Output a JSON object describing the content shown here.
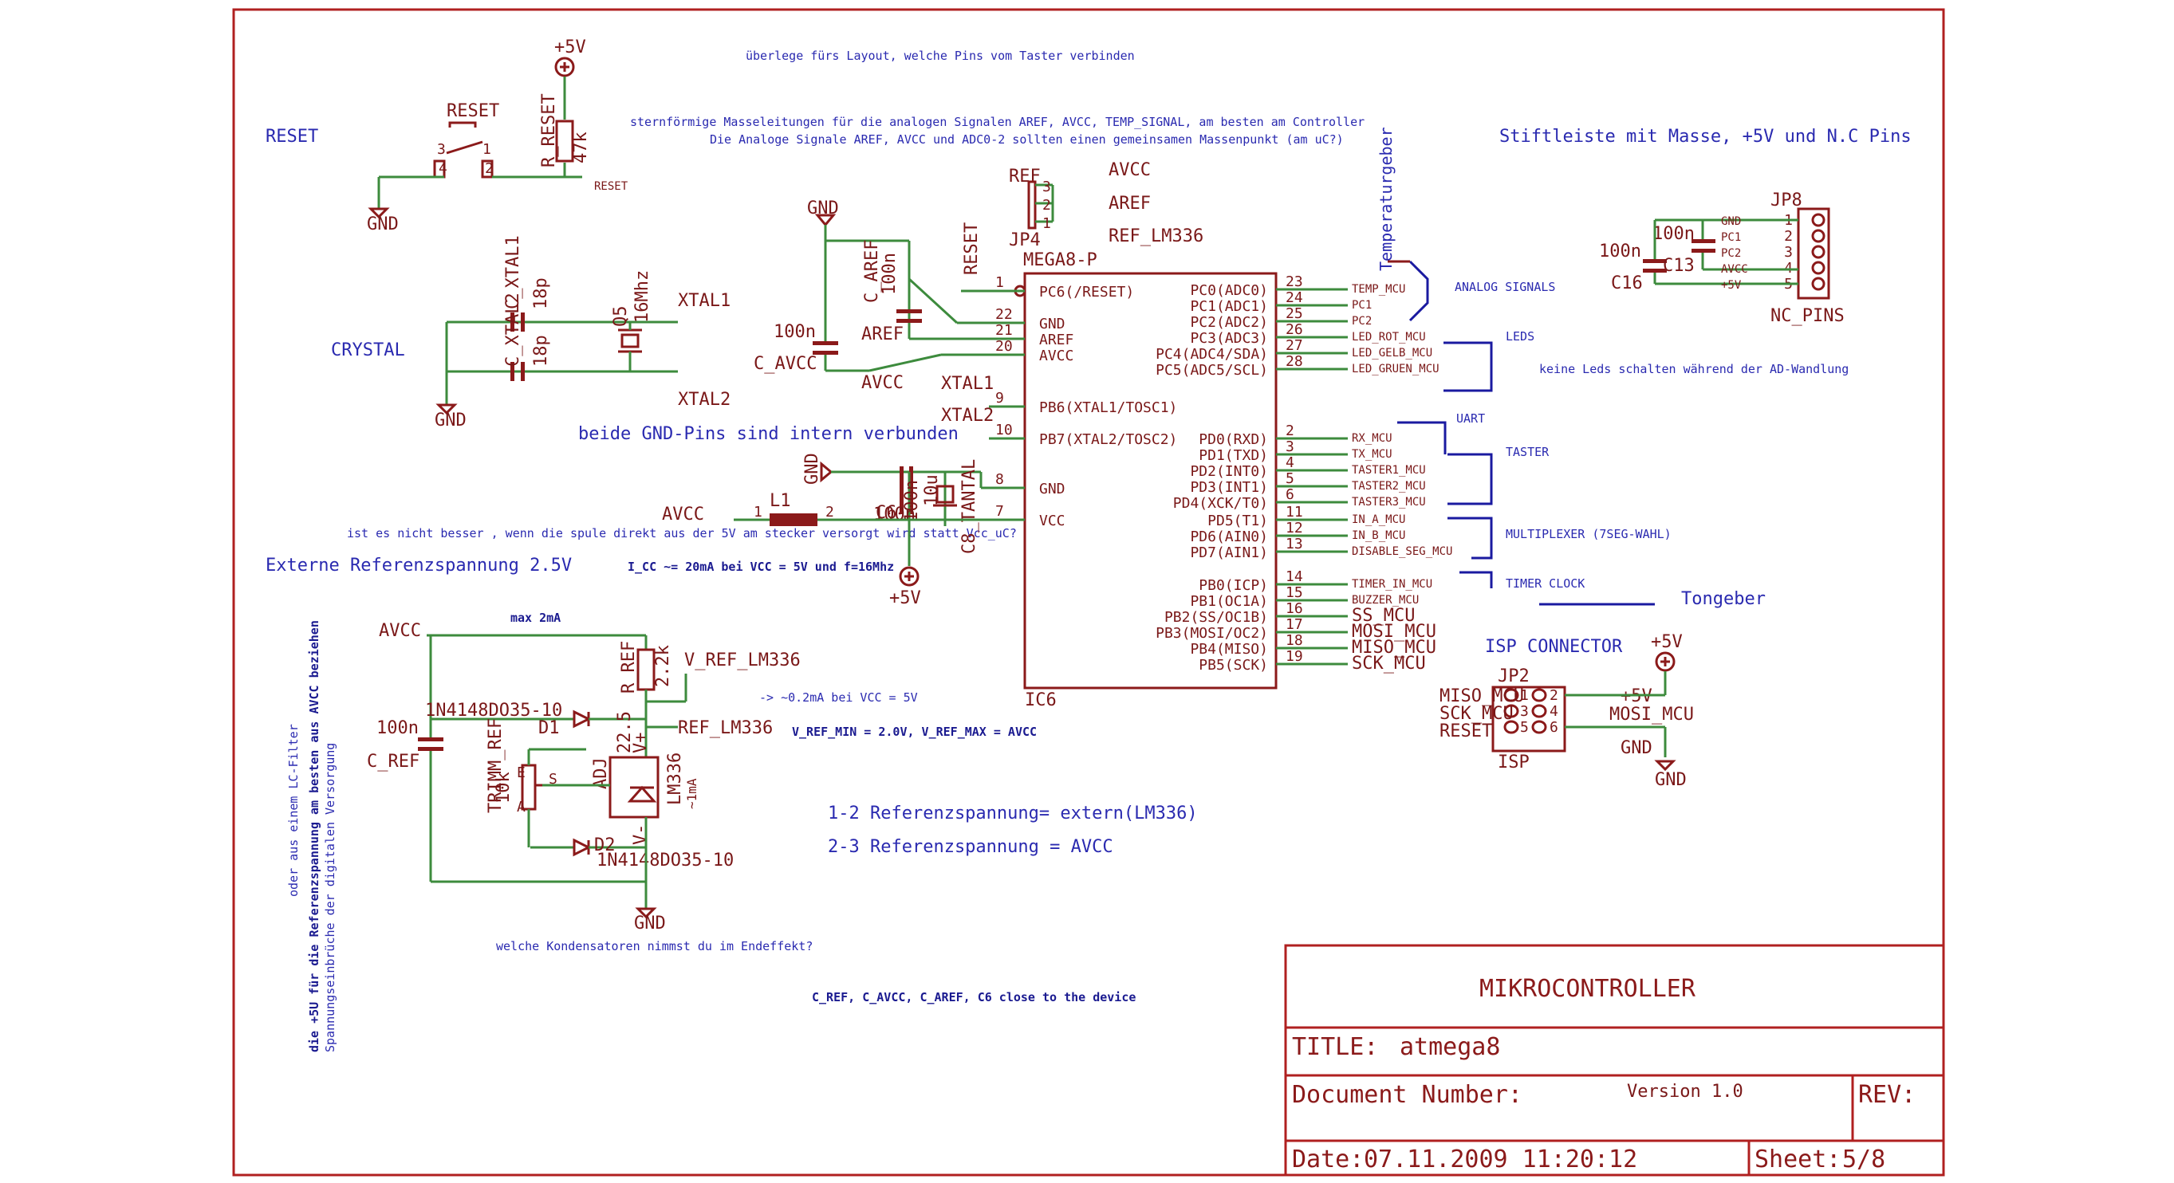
{
  "sections": {
    "reset": "RESET",
    "crystal": "CRYSTAL",
    "ext_ref": "Externe Referenzspannung 2.5V",
    "pin_header": "Stiftleiste mit Masse, +5V und N.C Pins",
    "isp": "ISP CONNECTOR",
    "tongeber": "Tongeber"
  },
  "notes": {
    "layout": "überlege fürs Layout, welche Pins vom Taster verbinden",
    "ground1": "sternförmige Masseleitungen für die analogen Signalen AREF, AVCC, TEMP_SIGNAL, am besten am Controller",
    "ground2": "Die Analoge Signale AREF, AVCC und ADC0-2 sollten einen gemeinsamen Massenpunkt (am uC?)",
    "gnd_internal": "beide GND-Pins sind intern verbunden",
    "coil": "ist es nicht besser , wenn die spule direkt aus der 5V am stecker versorgt wird statt Vcc_uC?",
    "icc": "I_CC ~= 20mA bei VCC = 5V und f=16Mhz",
    "max2ma": "max 2mA",
    "ref_current": "-> ~0.2mA bei VCC = 5V",
    "vref_range": "V_REF_MIN = 2.0V, V_REF_MAX = AVCC",
    "ref12": "1-2  Referenzspannung= extern(LM336)",
    "ref23": "2-3  Referenzspannung = AVCC",
    "caps_question": "welche Kondensatoren nimmst du im Endeffekt?",
    "caps_close": "C_REF, C_AVCC, C_AREF, C6 close to the device",
    "leds_note": "keine  Leds schalten während der AD-Wandlung",
    "vert1": "oder aus einem LC-Filter",
    "vert2": "die  +5U für die Referenzspannung am besten aus AVCC beziehen",
    "vert3": "Spannungseinbrüche der digitalen Versorgung",
    "analog_signals": "ANALOG SIGNALS",
    "leds": "LEDS",
    "uart": "UART",
    "taster": "TASTER",
    "multiplexer": "MULTIPLEXER (7SEG-WAHL)",
    "timer_clock": "TIMER CLOCK",
    "temp_label": "Temperaturgeber"
  },
  "chip": {
    "name": "MEGA8-P",
    "ref": "IC6",
    "left_pins": [
      {
        "num": "1",
        "name": "PC6(/RESET)"
      },
      {
        "num": "22",
        "name": "GND"
      },
      {
        "num": "21",
        "name": "AREF"
      },
      {
        "num": "20",
        "name": "AVCC"
      },
      {
        "num": "9",
        "name": "PB6(XTAL1/TOSC1)"
      },
      {
        "num": "10",
        "name": "PB7(XTAL2/TOSC2)"
      },
      {
        "num": "8",
        "name": "GND"
      },
      {
        "num": "7",
        "name": "VCC"
      }
    ],
    "right_pins": [
      {
        "num": "23",
        "name": "PC0(ADC0)",
        "net": "TEMP_MCU"
      },
      {
        "num": "24",
        "name": "PC1(ADC1)",
        "net": "PC1"
      },
      {
        "num": "25",
        "name": "PC2(ADC2)",
        "net": "PC2"
      },
      {
        "num": "26",
        "name": "PC3(ADC3)",
        "net": "LED_ROT_MCU"
      },
      {
        "num": "27",
        "name": "PC4(ADC4/SDA)",
        "net": "LED_GELB_MCU"
      },
      {
        "num": "28",
        "name": "PC5(ADC5/SCL)",
        "net": "LED_GRUEN_MCU"
      },
      {
        "num": "2",
        "name": "PD0(RXD)",
        "net": "RX_MCU"
      },
      {
        "num": "3",
        "name": "PD1(TXD)",
        "net": "TX_MCU"
      },
      {
        "num": "4",
        "name": "PD2(INT0)",
        "net": "TASTER1_MCU"
      },
      {
        "num": "5",
        "name": "PD3(INT1)",
        "net": "TASTER2_MCU"
      },
      {
        "num": "6",
        "name": "PD4(XCK/T0)",
        "net": "TASTER3_MCU"
      },
      {
        "num": "11",
        "name": "PD5(T1)",
        "net": "IN_A_MCU"
      },
      {
        "num": "12",
        "name": "PD6(AIN0)",
        "net": "IN_B_MCU"
      },
      {
        "num": "13",
        "name": "PD7(AIN1)",
        "net": "DISABLE_SEG_MCU"
      },
      {
        "num": "14",
        "name": "PB0(ICP)",
        "net": "TIMER_IN_MCU"
      },
      {
        "num": "15",
        "name": "PB1(OC1A)",
        "net": "BUZZER_MCU"
      },
      {
        "num": "16",
        "name": "PB2(SS/OC1B)",
        "net": "SS_MCU"
      },
      {
        "num": "17",
        "name": "PB3(MOSI/OC2)",
        "net": "MOSI_MCU"
      },
      {
        "num": "18",
        "name": "PB4(MISO)",
        "net": "MISO_MCU"
      },
      {
        "num": "19",
        "name": "PB5(SCK)",
        "net": "SCK_MCU"
      }
    ]
  },
  "labels": {
    "p5v": "+5V",
    "gnd": "GND",
    "reset_sw": "RESET",
    "r_reset": "R_RESET",
    "r_reset_val": "47k",
    "reset_net": "RESET",
    "xtal1": "XTAL1",
    "xtal2": "XTAL2",
    "c_xtal1": "C_XTAL1",
    "c_xtal2": "C_XTAL2",
    "c18p": "18p",
    "q5": "Q5",
    "mhz": "16Mhz",
    "ref": "REF",
    "avcc": "AVCC",
    "aref": "AREF",
    "ref_lm336": "REF_LM336",
    "jp4": "JP4",
    "c_aref": "C_AREF",
    "c100n": "100n",
    "c_avcc": "C_AVCC",
    "reset_v": "RESET",
    "l1": "L1",
    "c6": "C6",
    "c8": "C8",
    "tantal": "C8_TANTAL",
    "c10u": "10u",
    "jp8": "JP8",
    "nc_pins": "NC_PINS",
    "c13": "C13",
    "c16": "C16",
    "hdr_gnd": "GND",
    "hdr_pc1": "PC1",
    "hdr_pc2": "PC2",
    "hdr_avcc": "AVCC",
    "hdr_5v": "+5V",
    "c_ref": "C_REF",
    "d1": "D1",
    "d2": "D2",
    "diode": "1N4148DO35-10",
    "r_ref": "R_REF",
    "r22k": "2.2k",
    "v_ref_lm336": "V_REF_LM336",
    "trimm": "TRIMM_REF",
    "t10k": "10k",
    "lm336": "LM336",
    "ma1": "~1mA",
    "adj": "ADJ",
    "v225": "22.5",
    "vplus": "V+",
    "vminus": "V-",
    "jp2": "JP2",
    "isp": "ISP",
    "miso_mcu": "MISO_MCU",
    "sck_mcu": "SCK_MCU",
    "reset_mcu": "RESET",
    "mosi_mcu": "MOSI_MCU",
    "s": "S",
    "e": "E",
    "a": "A"
  },
  "title_block": {
    "heading": "MIKROCONTROLLER",
    "title_label": "TITLE:",
    "title_value": "atmega8",
    "doc_label": "Document Number:",
    "version": "Version 1.0",
    "rev_label": "REV:",
    "date_label": "Date:",
    "date_value": "07.11.2009 11:20:12",
    "sheet_label": "Sheet:",
    "sheet_value": "5/8"
  }
}
